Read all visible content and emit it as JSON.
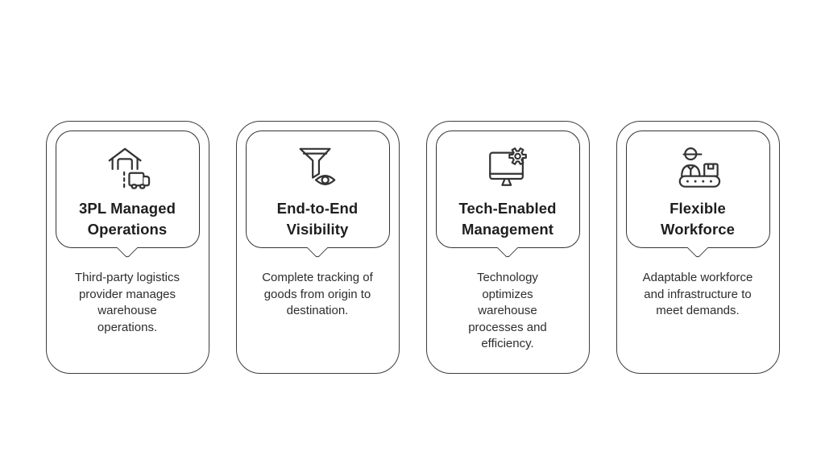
{
  "colors": {
    "background": "#ffffff",
    "card_border": "#3d3d3d",
    "bubble_border": "#333333",
    "title_text": "#1e1e1e",
    "body_text": "#2d2d2d",
    "icon_stroke": "#333333"
  },
  "cards": [
    {
      "icon": "warehouse-truck-icon",
      "title": "3PL Managed\nOperations",
      "description": "Third-party logistics\nprovider manages\nwarehouse\noperations."
    },
    {
      "icon": "funnel-eye-icon",
      "title": "End-to-End\nVisibility",
      "description": "Complete tracking of\ngoods from origin to\ndestination."
    },
    {
      "icon": "monitor-gear-icon",
      "title": "Tech-Enabled\nManagement",
      "description": "Technology\noptimizes\nwarehouse\nprocesses and\nefficiency."
    },
    {
      "icon": "worker-conveyor-icon",
      "title": "Flexible\nWorkforce",
      "description": "Adaptable workforce\nand infrastructure to\nmeet demands."
    }
  ]
}
